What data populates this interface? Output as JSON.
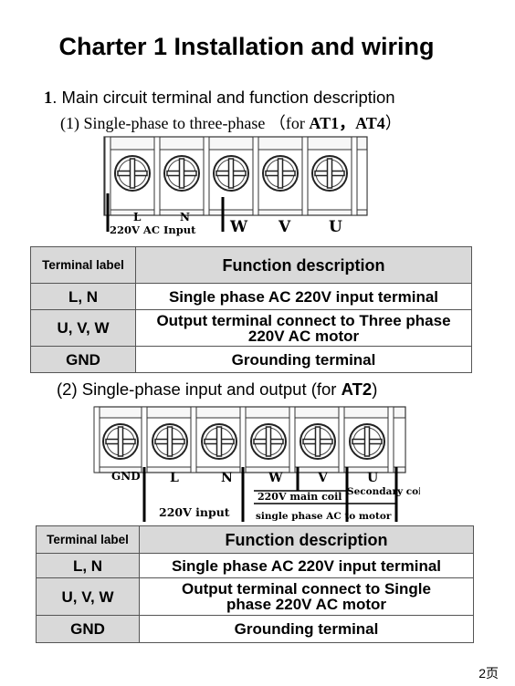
{
  "title": "Charter 1 Installation and wiring",
  "section1": {
    "number": "1",
    "text": ". Main circuit terminal and function description"
  },
  "sub1": {
    "prefix": "(1) Single-phase  to three-phase  （for ",
    "models": "AT1，AT4",
    "suffix": "）"
  },
  "diagram1": {
    "labels": [
      "L",
      "N",
      "220V AC Input",
      "W",
      "V",
      "U"
    ]
  },
  "table1": {
    "header": [
      "Terminal label",
      "Function description"
    ],
    "rows": [
      {
        "label": "L, N",
        "desc": "Single phase AC 220V input terminal"
      },
      {
        "label": "U, V, W",
        "desc": "Output terminal connect to Three phase 220V AC motor"
      },
      {
        "label": "GND",
        "desc": "Grounding terminal"
      }
    ]
  },
  "sub2": {
    "prefix": "(2) Single-phase  input and output (for ",
    "model": "AT2",
    "suffix": ")"
  },
  "diagram2": {
    "labels": [
      "GND",
      "L",
      "N",
      "W",
      "V",
      "U",
      "220V main coil",
      "Secondary coil",
      "220V  input",
      "single phase AC to motor"
    ]
  },
  "table2": {
    "header": [
      "Terminal label",
      "Function description"
    ],
    "rows": [
      {
        "label": "L, N",
        "desc": "Single phase AC 220V input terminal"
      },
      {
        "label": "U, V, W",
        "desc": "Output terminal connect to Single phase 220V AC motor"
      },
      {
        "label": "GND",
        "desc": "Grounding terminal"
      }
    ]
  },
  "page_number": "2页"
}
